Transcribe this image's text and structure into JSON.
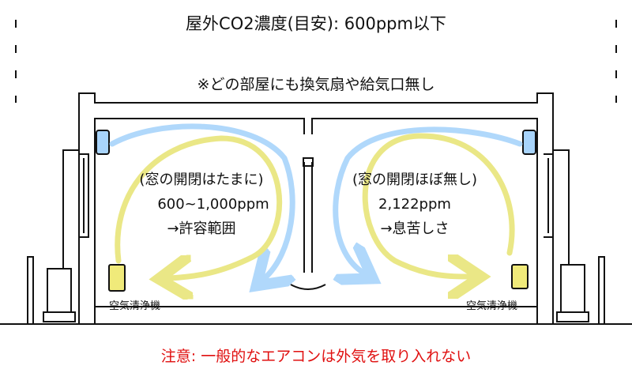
{
  "title": "屋外CO2濃度(目安): 600ppm以下",
  "note": "※どの部屋にも換気扇や給気口無し",
  "rooms": [
    {
      "window": "(窓の開閉はたまに)",
      "co2": "600~1,000ppm",
      "assessment": "→許容範囲",
      "purifier": "空気清浄機"
    },
    {
      "window": "(窓の開閉ほぼ無し)",
      "co2": "2,122ppm",
      "assessment": "→息苦しさ",
      "purifier": "空気清浄機"
    }
  ],
  "warning": "注意: 一般的なエアコンは外気を取り入れない",
  "colors": {
    "airflow_ac": "#a8d4fb",
    "airflow_purifier": "#e8e57a",
    "purifier": "#f0ea7a",
    "warning": "#e01010"
  }
}
